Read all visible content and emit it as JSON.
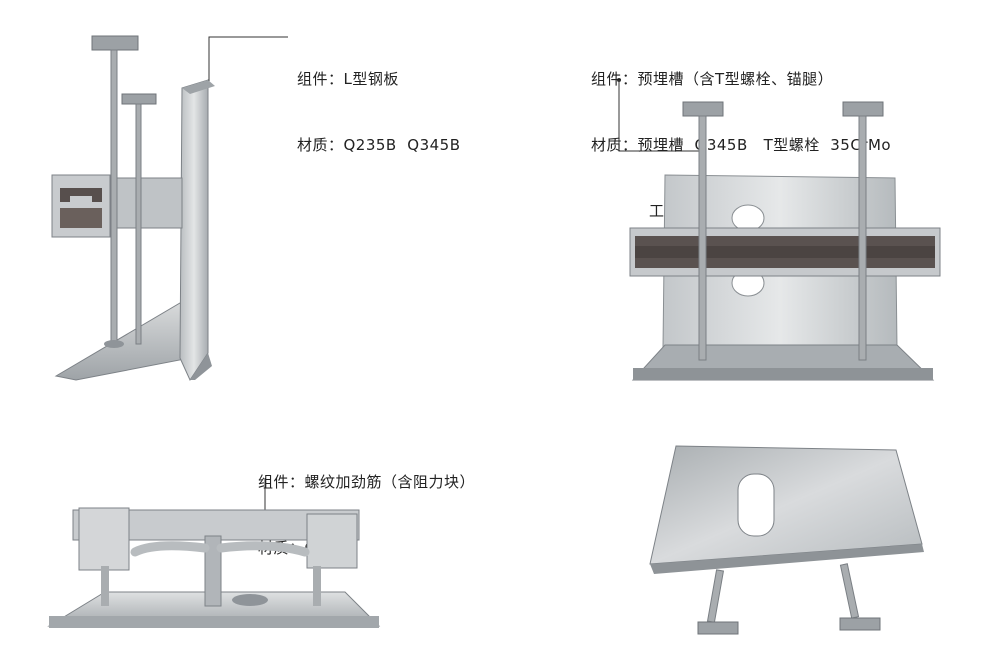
{
  "captions": {
    "l_plate": {
      "line1": "组件：L型钢板",
      "line2": "材质：Q235B  Q345B"
    },
    "embedded_channel": {
      "line1": "组件：预埋槽（含T型螺栓、锚腿）",
      "line2": "材质：预埋槽  Q345B   T型螺栓  35CrMo",
      "line3": "工字钢锚腿  Q345B"
    },
    "rib": {
      "line1": "组件：螺纹加劲筋（含阻力块）",
      "line2": "材质：Q235B"
    }
  },
  "colors": {
    "steel": "#c9ccce",
    "steel_dark": "#8d9296",
    "steel_light": "#e4e6e7",
    "channel_fill": "#5a5250",
    "leader": "#333333"
  }
}
